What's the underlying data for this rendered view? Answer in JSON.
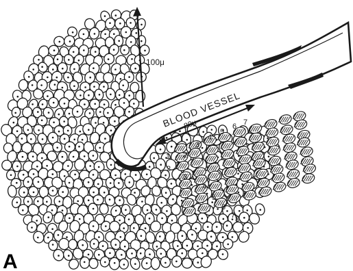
{
  "figure": {
    "panel_label": "A",
    "vessel_label": "BLOOD VESSEL",
    "vessel_length_label": "80μ",
    "radius_label": "100μ",
    "cell_numbers": [
      "1",
      "2",
      "3",
      "4",
      "5",
      "6",
      "7",
      "8"
    ],
    "ink_color": "#1a1a1a",
    "paper_color": "#ffffff"
  }
}
